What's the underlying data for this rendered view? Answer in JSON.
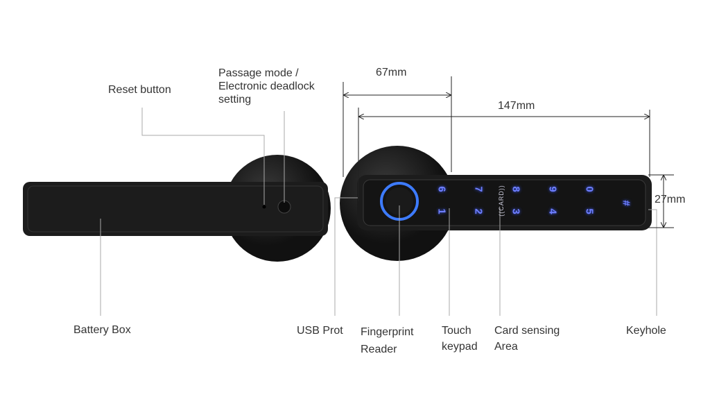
{
  "labels": {
    "reset": "Reset button",
    "passage_1": "Passage mode /",
    "passage_2": "Electronic deadlock",
    "passage_3": "setting",
    "battery": "Battery Box",
    "usb": "USB Prot",
    "fingerprint_1": "Fingerprint",
    "fingerprint_2": "Reader",
    "touch_1": "Touch",
    "touch_2": "keypad",
    "card_1": "Card sensing",
    "card_2": "Area",
    "keyhole": "Keyhole"
  },
  "dimensions": {
    "width_rosette": "67mm",
    "length": "147mm",
    "height": "27mm"
  },
  "keypad": {
    "top": [
      "6",
      "7",
      "8",
      "9",
      "0"
    ],
    "bottom": [
      "1",
      "2",
      "3",
      "4",
      "5"
    ],
    "hash": "#",
    "card": "((CARD))"
  },
  "colors": {
    "body": "#1a1a1a",
    "glow": "#2f6bff",
    "line": "#999999"
  }
}
